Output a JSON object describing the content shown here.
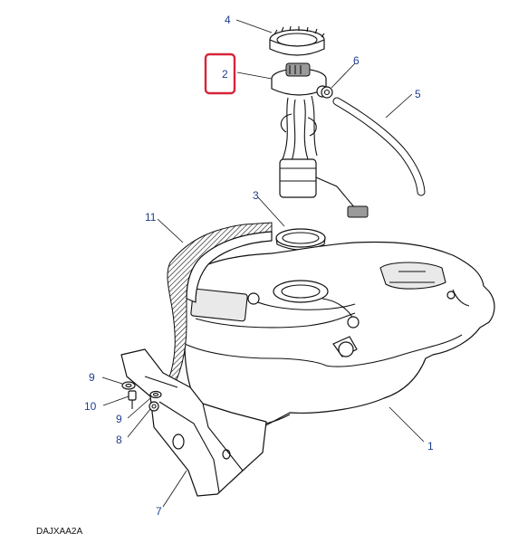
{
  "callouts": {
    "c1": "1",
    "c2": "2",
    "c3": "3",
    "c4": "4",
    "c5": "5",
    "c6": "6",
    "c7": "7",
    "c8": "8",
    "c9a": "9",
    "c9b": "9",
    "c10": "10",
    "c11": "11"
  },
  "highlighted_callout": "2",
  "highlight_color": "#d6243a",
  "callout_color": "#1f3f8f",
  "reference_code": "DAJXAA2A"
}
